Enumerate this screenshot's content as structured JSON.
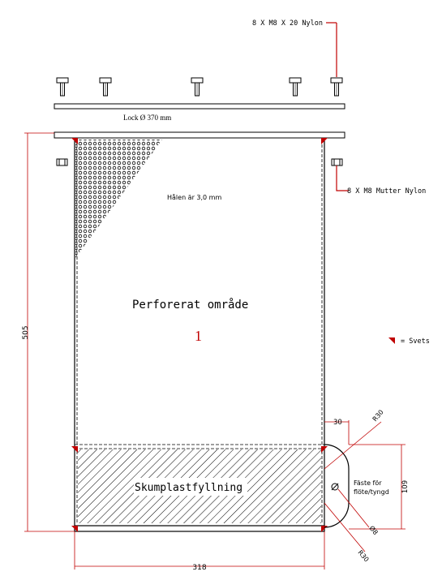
{
  "labels": {
    "bolts": "8 X M8 X 20 Nylon",
    "nuts": "8 X M8 Mutter Nylon",
    "lid": "Lock Ø 370 mm",
    "holes": "Hålen är 3,0 mm",
    "perforated_area": "Perforerat område",
    "item_number": "1",
    "weld_legend": "= Svets",
    "foam_fill": "Skumplastfyllning",
    "attachment_line1": "Fäste för",
    "attachment_line2": "flöte/tyngd"
  },
  "dimensions": {
    "height": "505",
    "width": "318",
    "bracket_offset": "30",
    "bracket_height": "109",
    "radius_top": "R30",
    "radius_bottom": "R30",
    "hole_dia": "Ø8"
  },
  "colors": {
    "line": "#000000",
    "dimension": "#c00000",
    "weld": "#c00000",
    "hatch": "#000000"
  }
}
